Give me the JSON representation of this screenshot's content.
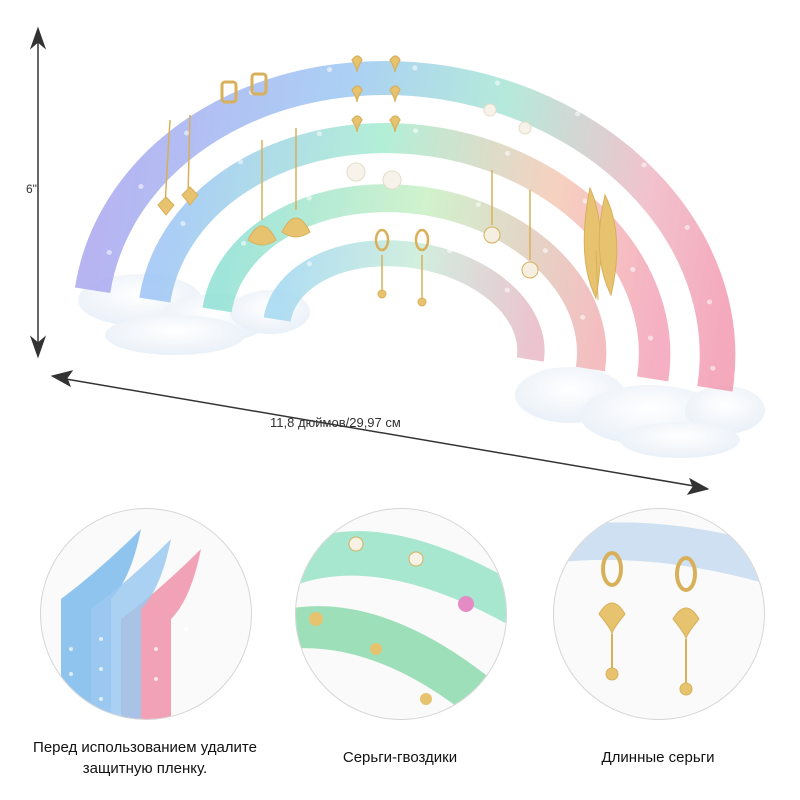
{
  "dimensions": {
    "height_label": "6\"",
    "width_label": "11,8 дюймов/29,97 см"
  },
  "details": [
    {
      "caption": "Перед использованием удалите защитную пленку."
    },
    {
      "caption": "Серьги-гвоздики"
    },
    {
      "caption": "Длинные серьги"
    }
  ],
  "colors": {
    "band_purple": "#a9a8f0",
    "band_blue": "#9cc8f2",
    "band_green": "#9fe3c8",
    "band_pink": "#f2a6b8",
    "gold": "#d8b05a",
    "arrow": "#333333"
  }
}
